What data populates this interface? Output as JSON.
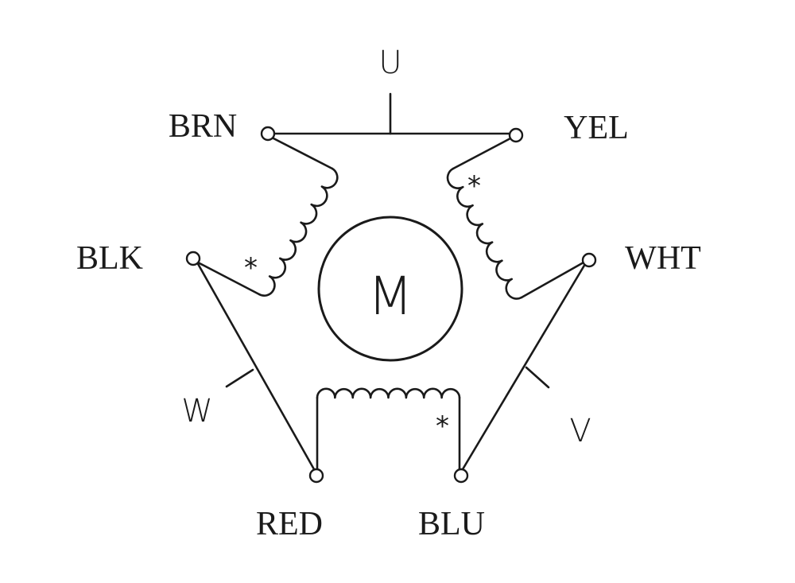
{
  "motor": {
    "label": "M"
  },
  "phases": {
    "u": "U",
    "v": "V",
    "w": "W"
  },
  "wires": {
    "brn": "BRN",
    "yel": "YEL",
    "blk": "BLK",
    "wht": "WHT",
    "red": "RED",
    "blu": "BLU"
  },
  "polarity_mark": "*"
}
